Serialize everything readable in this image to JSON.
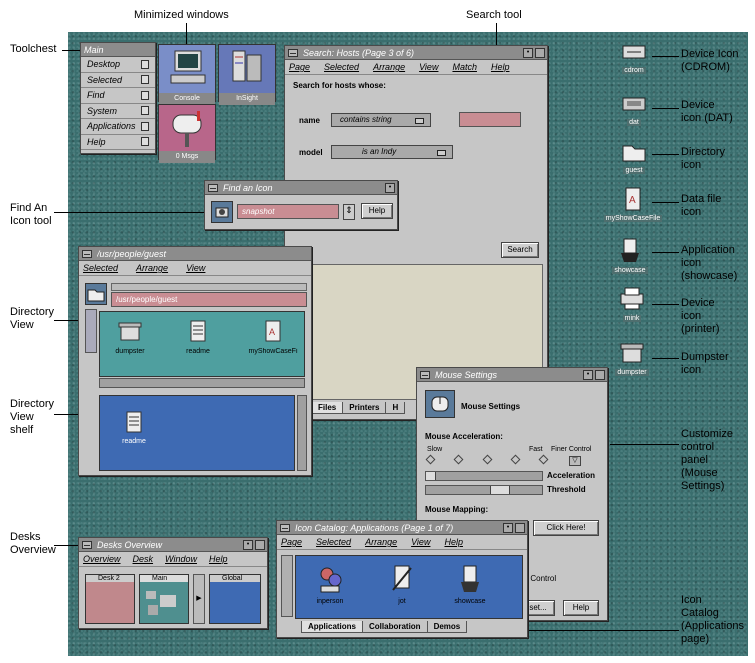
{
  "callouts": {
    "minimized_windows": "Minimized windows",
    "search_tool": "Search tool",
    "toolchest": "Toolchest",
    "find_icon_tool": "Find An\nIcon tool",
    "directory_view": "Directory\nView",
    "directory_view_shelf": "Directory\nView\nshelf",
    "desks_overview": "Desks\nOverview",
    "device_icon_cdrom": "Device Icon\n(CDROM)",
    "device_icon_dat": "Device\nicon (DAT)",
    "directory_icon": "Directory\nicon",
    "data_file_icon": "Data file\nicon",
    "application_icon": "Application\nicon\n(showcase)",
    "device_icon_printer": "Device\nicon\n(printer)",
    "dumpster_icon": "Dumpster\nicon",
    "customize_panel": "Customize\ncontrol\npanel\n(Mouse\nSettings)",
    "icon_catalog": "Icon\nCatalog\n(Applications\npage)"
  },
  "toolchest": {
    "title": "Main",
    "items": [
      "Desktop",
      "Selected",
      "Find",
      "System",
      "Applications",
      "Help"
    ]
  },
  "minimized": [
    {
      "label": "Console"
    },
    {
      "label": "InSight"
    },
    {
      "label": "0 Msgs"
    }
  ],
  "search": {
    "title": "Search: Hosts (Page 3 of 6)",
    "menu": [
      "Page",
      "Selected",
      "Arrange",
      "View",
      "Match",
      "Help"
    ],
    "heading": "Search for hosts whose:",
    "row1_label": "name",
    "row1_op": "contains string",
    "row2_label": "model",
    "row2_op": "is an Indy",
    "search_button": "Search",
    "tabs": [
      "Files",
      "Printers",
      "H"
    ]
  },
  "find_icon": {
    "title": "Find an Icon",
    "value": "snapshot",
    "help": "Help"
  },
  "dirview": {
    "title": "/usr/people/guest",
    "menu": [
      "Selected",
      "Arrange",
      "View"
    ],
    "path": "/usr/people/guest",
    "icons": [
      "dumpster",
      "readme",
      "myShowCaseFi"
    ],
    "shelf_icon": "readme"
  },
  "mouse": {
    "title": "Mouse Settings",
    "heading": "Mouse Settings",
    "accel_label": "Mouse Acceleration:",
    "slow": "Slow",
    "fast": "Fast",
    "finer": "Finer Control",
    "acceleration": "Acceleration",
    "threshold": "Threshold",
    "mapping": "Mouse Mapping:",
    "click_here": "Click Here!",
    "partial_control": "er Control",
    "reset": "set...",
    "help": "Help"
  },
  "desks": {
    "title": "Desks Overview",
    "menu": [
      "Overview",
      "Desk",
      "Window",
      "Help"
    ],
    "items": [
      "Desk 2",
      "Main",
      "Global"
    ]
  },
  "catalog": {
    "title": "Icon Catalog: Applications (Page 1 of 7)",
    "menu": [
      "Page",
      "Selected",
      "Arrange",
      "View",
      "Help"
    ],
    "icons": [
      "inperson",
      "jot",
      "showcase"
    ],
    "tabs": [
      "Applications",
      "Collaboration",
      "Demos"
    ]
  },
  "desktop_icons": [
    "cdrom",
    "dat",
    "guest",
    "myShowCaseFile",
    "showcase",
    "mink",
    "dumpster"
  ]
}
